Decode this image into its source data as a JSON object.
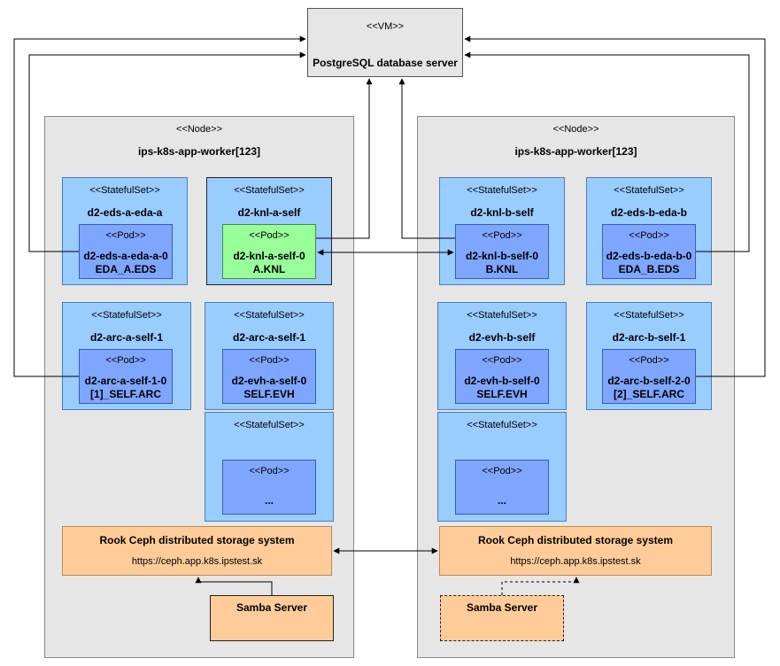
{
  "vm": {
    "stereotype": "<<VM>>",
    "name": "PostgreSQL database server"
  },
  "nodes": [
    {
      "stereotype": "<<Node>>",
      "name": "ips-k8s-app-worker[123]",
      "statefulsets": [
        {
          "stereotype": "<<StatefulSet>>",
          "name": "d2-eds-a-eda-a",
          "pod": {
            "stereotype": "<<Pod>>",
            "line1": "d2-eds-a-eda-a-0",
            "line2": "EDA_A.EDS"
          }
        },
        {
          "stereotype": "<<StatefulSet>>",
          "name": "d2-knl-a-self",
          "pod": {
            "stereotype": "<<Pod>>",
            "line1": "d2-knl-a-self-0",
            "line2": "A.KNL"
          }
        },
        {
          "stereotype": "<<StatefulSet>>",
          "name": "d2-arc-a-self-1",
          "pod": {
            "stereotype": "<<Pod>>",
            "line1": "d2-arc-a-self-1-0",
            "line2": "[1]_SELF.ARC"
          }
        },
        {
          "stereotype": "<<StatefulSet>>",
          "name": "d2-arc-a-self-1",
          "pod": {
            "stereotype": "<<Pod>>",
            "line1": "d2-evh-a-self-0",
            "line2": "SELF.EVH"
          }
        },
        {
          "stereotype": "<<StatefulSet>>",
          "name": "",
          "pod": {
            "stereotype": "<<Pod>>",
            "line1": "",
            "line2": "..."
          }
        }
      ],
      "storage": {
        "name": "Rook Ceph distributed storage system",
        "url": "https://ceph.app.k8s.ipstest.sk"
      },
      "samba": {
        "name": "Samba Server"
      }
    },
    {
      "stereotype": "<<Node>>",
      "name": "ips-k8s-app-worker[123]",
      "statefulsets": [
        {
          "stereotype": "<<StatefulSet>>",
          "name": "d2-knl-b-self",
          "pod": {
            "stereotype": "<<Pod>>",
            "line1": "d2-knl-b-self-0",
            "line2": "B.KNL"
          }
        },
        {
          "stereotype": "<<StatefulSet>>",
          "name": "d2-eds-b-eda-b",
          "pod": {
            "stereotype": "<<Pod>>",
            "line1": "d2-eds-b-eda-b-0",
            "line2": "EDA_B.EDS"
          }
        },
        {
          "stereotype": "<<StatefulSet>>",
          "name": "d2-evh-b-self",
          "pod": {
            "stereotype": "<<Pod>>",
            "line1": "d2-evh-b-self-0",
            "line2": "SELF.EVH"
          }
        },
        {
          "stereotype": "<<StatefulSet>>",
          "name": "d2-arc-b-self-1",
          "pod": {
            "stereotype": "<<Pod>>",
            "line1": "d2-arc-b-self-2-0",
            "line2": "[2]_SELF.ARC"
          }
        },
        {
          "stereotype": "<<StatefulSet>>",
          "name": "",
          "pod": {
            "stereotype": "<<Pod>>",
            "line1": "",
            "line2": "..."
          }
        }
      ],
      "storage": {
        "name": "Rook Ceph distributed storage system",
        "url": "https://ceph.app.k8s.ipstest.sk"
      },
      "samba": {
        "name": "Samba Server"
      }
    }
  ]
}
